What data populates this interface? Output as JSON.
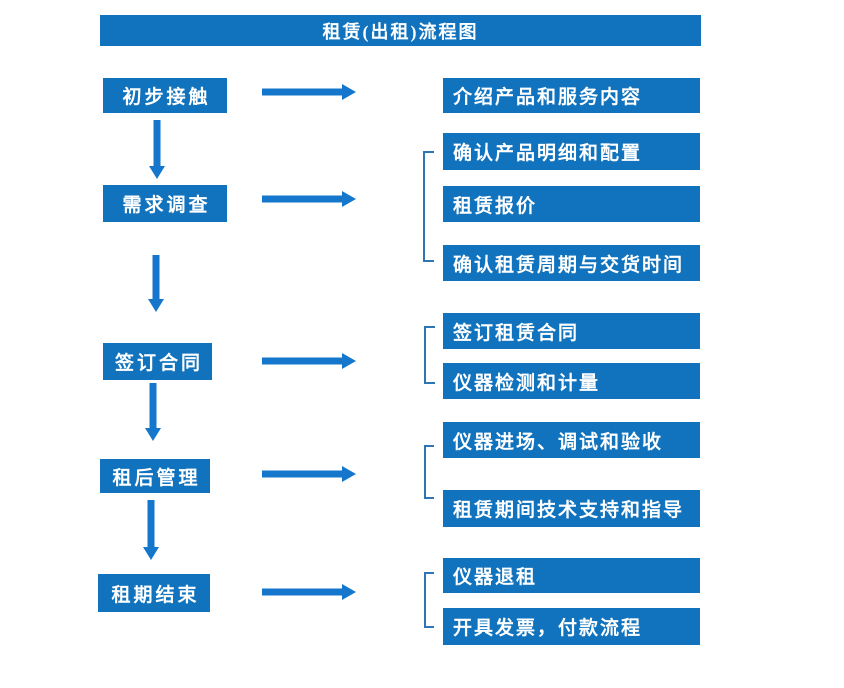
{
  "title": "租赁(出租)流程图",
  "colors": {
    "box_blue": "#1173BD",
    "arrow_blue": "#1577CC",
    "bracket_blue": "#2E75B6",
    "text_white": "#FFFFFF",
    "page_bg": "#FFFFFF"
  },
  "flow": {
    "steps": [
      {
        "label": "初步接触",
        "details": [
          "介绍产品和服务内容"
        ]
      },
      {
        "label": "需求调查",
        "details": [
          "确认产品明细和配置",
          "租赁报价",
          "确认租赁周期与交货时间"
        ]
      },
      {
        "label": "签订合同",
        "details": [
          "签订租赁合同",
          "仪器检测和计量"
        ]
      },
      {
        "label": "租后管理",
        "details": [
          "仪器进场、调试和验收",
          "租赁期间技术支持和指导"
        ]
      },
      {
        "label": "租期结束",
        "details": [
          "仪器退租",
          "开具发票，付款流程"
        ]
      }
    ]
  }
}
